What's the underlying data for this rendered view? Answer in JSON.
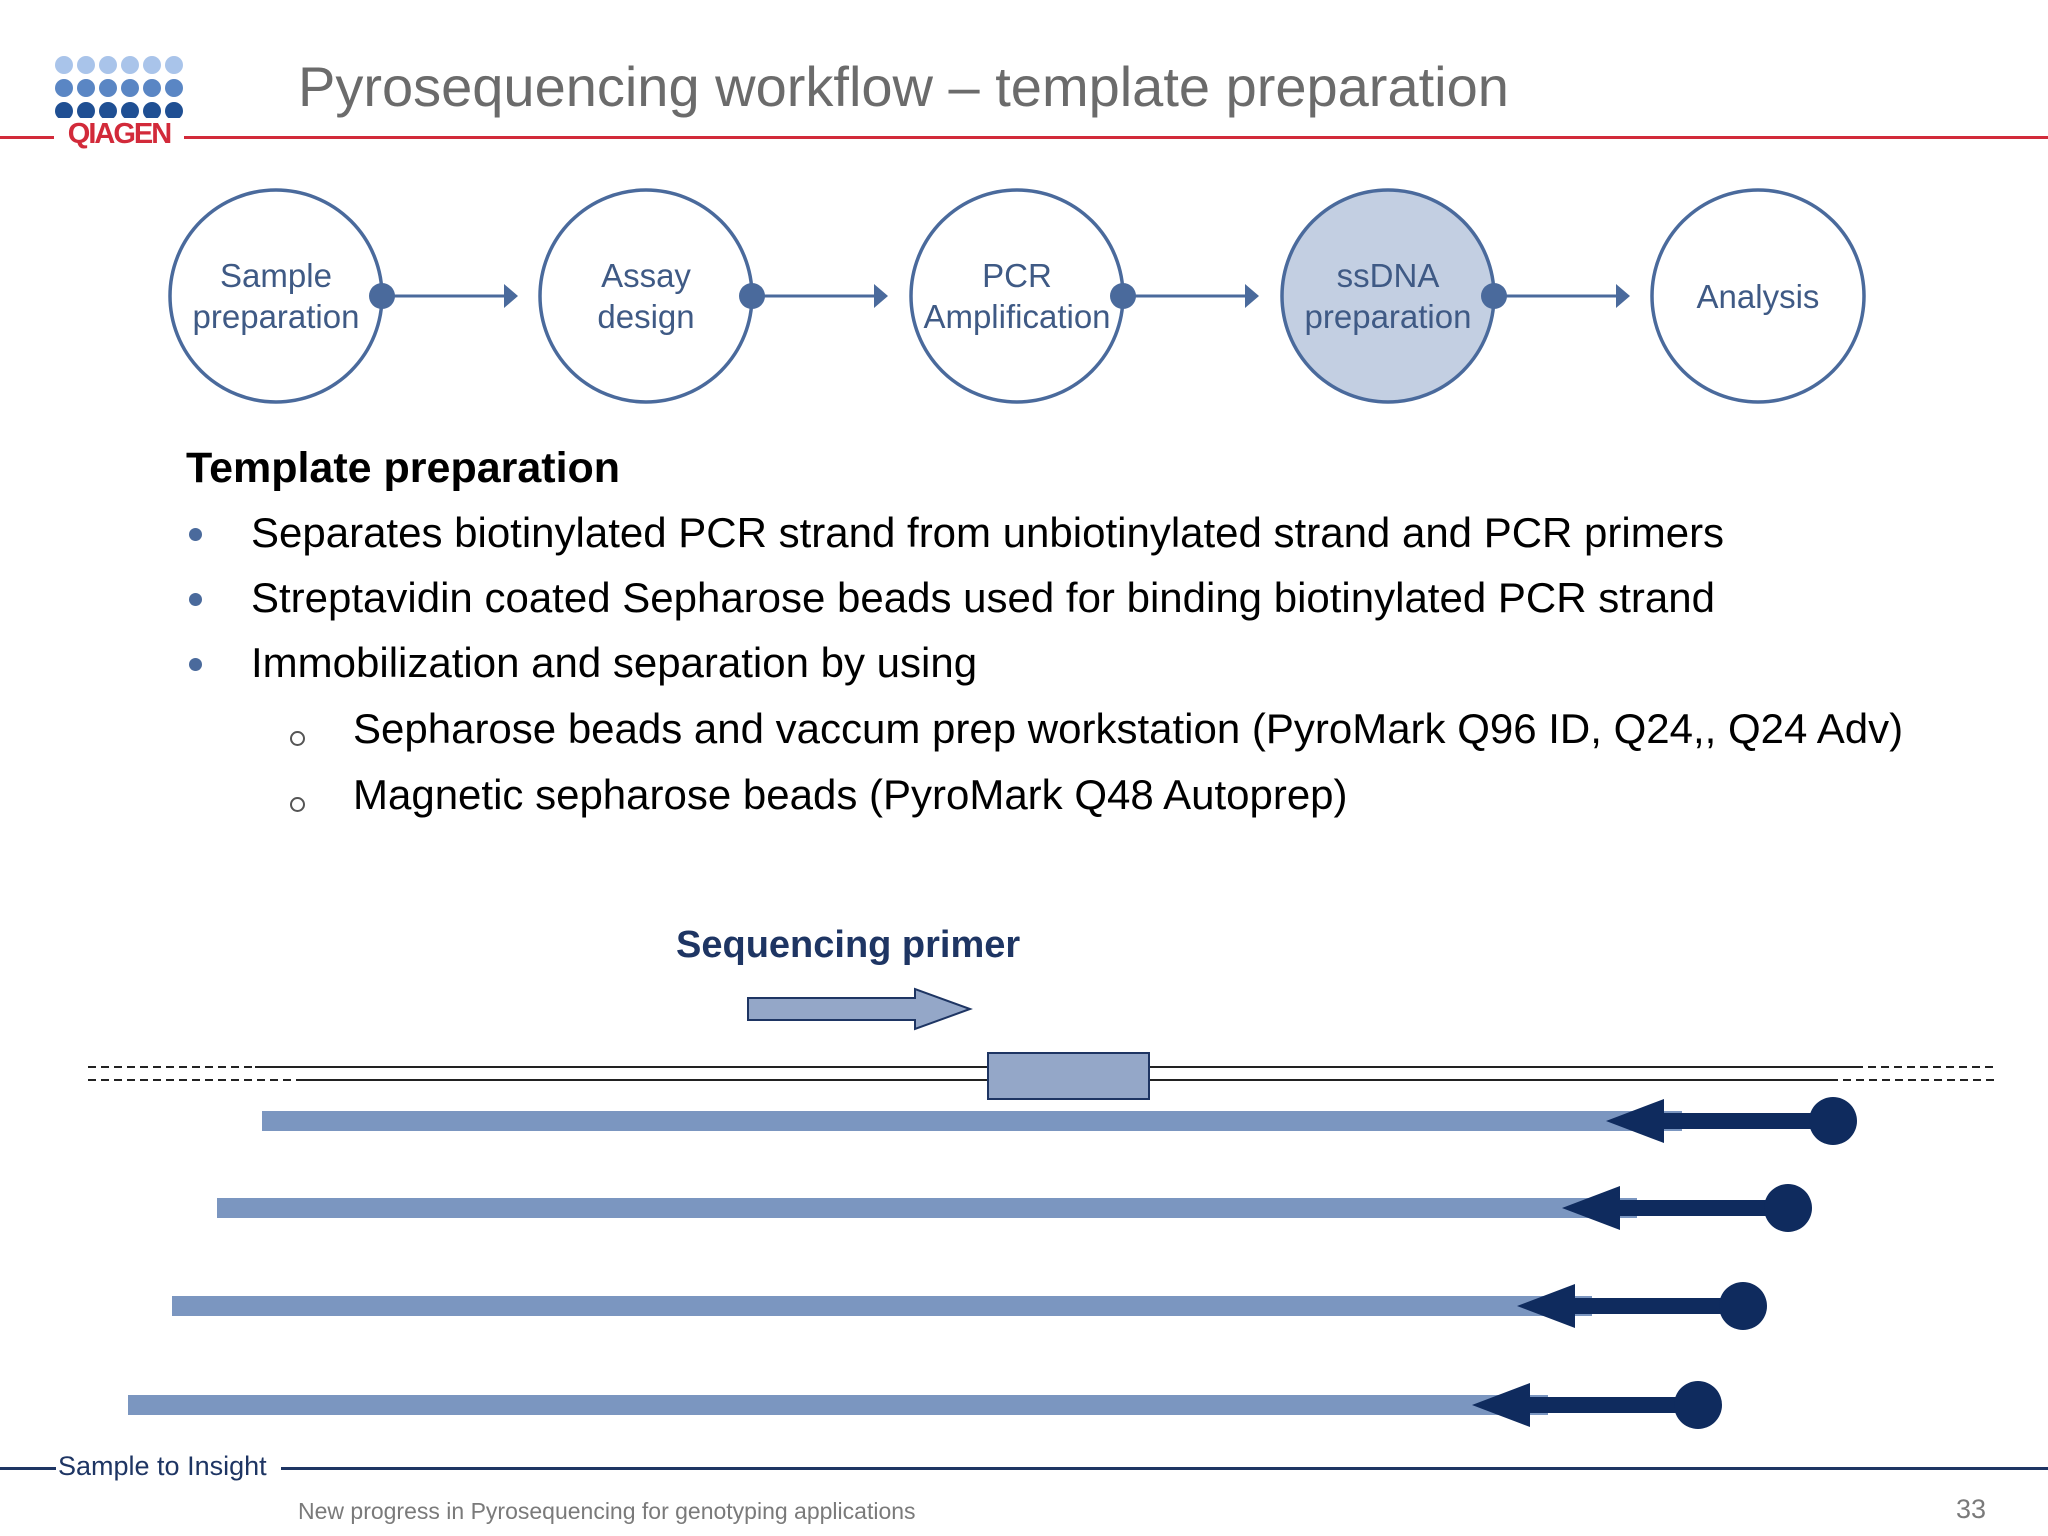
{
  "logo": {
    "wordmark": "QIAGEN"
  },
  "title": "Pyrosequencing workflow – template preparation",
  "workflow": {
    "steps": [
      {
        "line1": "Sample",
        "line2": "preparation",
        "active": false
      },
      {
        "line1": "Assay",
        "line2": "design",
        "active": false
      },
      {
        "line1": "PCR",
        "line2": "Amplification",
        "active": false
      },
      {
        "line1": "ssDNA",
        "line2": "preparation",
        "active": true
      },
      {
        "line1": "Analysis",
        "line2": "",
        "active": false
      }
    ]
  },
  "content": {
    "heading": "Template preparation",
    "bullets": [
      "Separates biotinylated PCR strand from unbiotinylated strand and PCR primers",
      "Streptavidin coated Sepharose beads used for binding biotinylated PCR strand",
      "Immobilization and separation by using"
    ],
    "sub_bullets": [
      "Sepharose beads and vaccum prep workstation (PyroMark Q96 ID, Q24,, Q24 Adv)",
      "Magnetic sepharose beads (PyroMark Q48 Autoprep)"
    ]
  },
  "diagram": {
    "primer_label": "Sequencing primer"
  },
  "footer": {
    "tagline": "Sample to Insight",
    "subtitle": "New progress in Pyrosequencing for genotyping applications",
    "page_number": "33"
  },
  "colors": {
    "brand_red": "#d22a3a",
    "navy": "#1e3563",
    "step_blue": "#4a6a9c",
    "step_fill_active": "#c3cfe2",
    "strand_blue": "#7b96c0"
  }
}
